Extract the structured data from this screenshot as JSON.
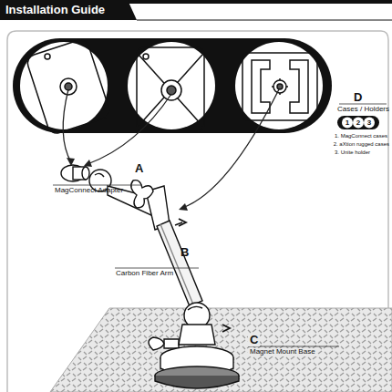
{
  "diagram": {
    "title": "Installation Guide",
    "labels": [
      "A",
      "MagConnect Adapter",
      "B",
      "Carbon Fiber Arm",
      "C",
      "Magnet Mount Base",
      "D",
      "Cases / Holders",
      "1",
      "2",
      "3",
      "1. MagConnect cases",
      "2. aXtion rugged cases",
      "3. Unite holder"
    ]
  }
}
